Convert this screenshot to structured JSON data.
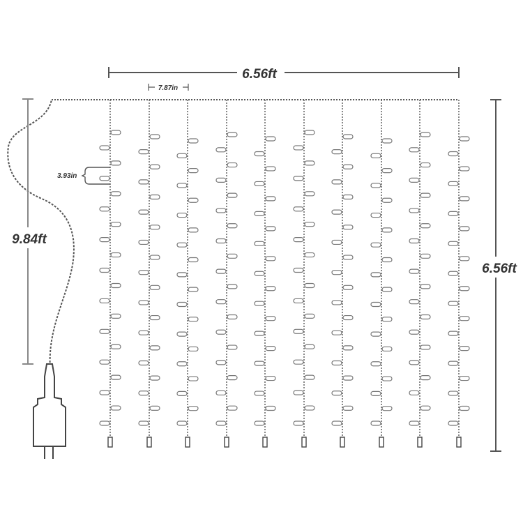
{
  "dimensions": {
    "top_width": "6.56ft",
    "string_spacing": "7.87in",
    "bulb_spacing": "3.93in",
    "lead_length": "9.84ft",
    "curtain_height": "6.56ft"
  },
  "curtain": {
    "string_count": 10,
    "bulbs_per_string": 20
  },
  "colors": {
    "line": "#555555",
    "bulb_outline": "#777777",
    "bulb_fill": "#ffffff",
    "text": "#333333"
  }
}
